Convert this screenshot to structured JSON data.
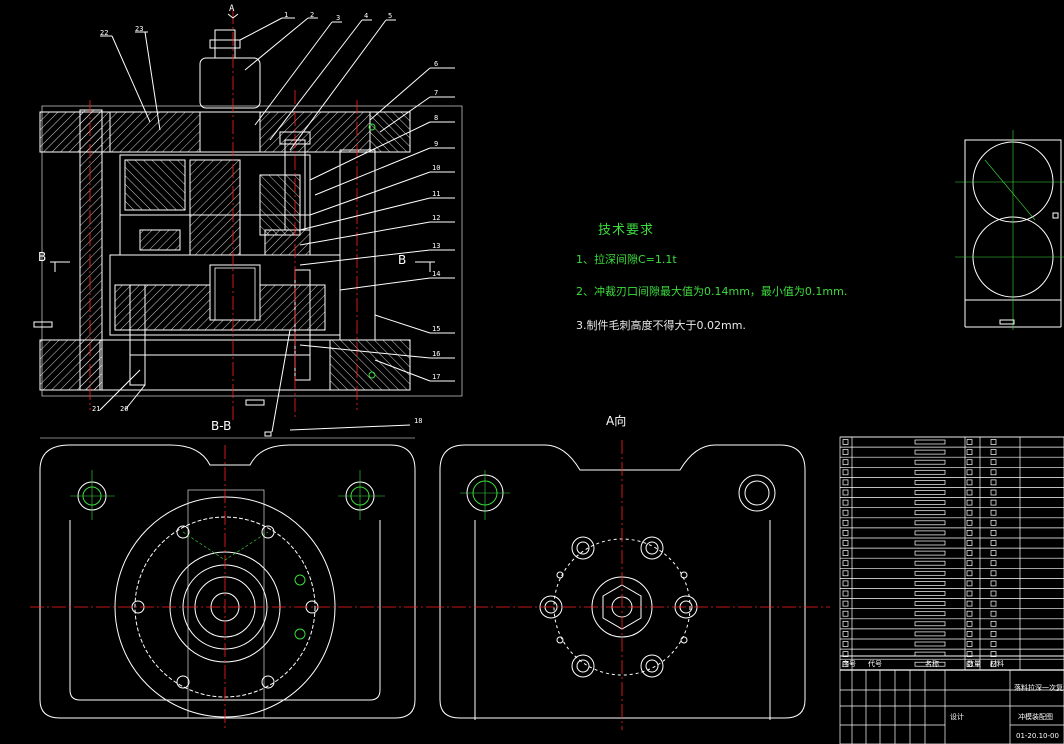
{
  "section_markers": {
    "top": "A",
    "b_left": "B",
    "b_right": "B"
  },
  "views": {
    "section_bb": "B-B",
    "view_a": "A向"
  },
  "part_labels": [
    "1",
    "2",
    "3",
    "4",
    "5",
    "6",
    "7",
    "8",
    "9",
    "10",
    "11",
    "12",
    "13",
    "14",
    "15",
    "16",
    "17",
    "18",
    "20",
    "21",
    "22",
    "23"
  ],
  "tech_requirements": {
    "title": "技术要求",
    "items": [
      "1、拉深间隙C=1.1t",
      "2、冲裁刃口间隙最大值为0.14mm，最小值为0.1mm.",
      "3.制件毛刺高度不得大于0.02mm."
    ]
  },
  "title_block": {
    "header_cols": [
      "序号",
      "代号",
      "名称",
      "数量",
      "材料"
    ],
    "name_line1": "落料拉深一次复合",
    "name_line2": "冲模装配图",
    "school": "设计",
    "drawing_no": "01-20.10-00"
  },
  "colors": {
    "background": "#000000",
    "line": "#ffffff",
    "center": "#ff2020",
    "hatch": "#ffffff",
    "green": "#3cdc3c",
    "cyan": "#00e5ff"
  }
}
